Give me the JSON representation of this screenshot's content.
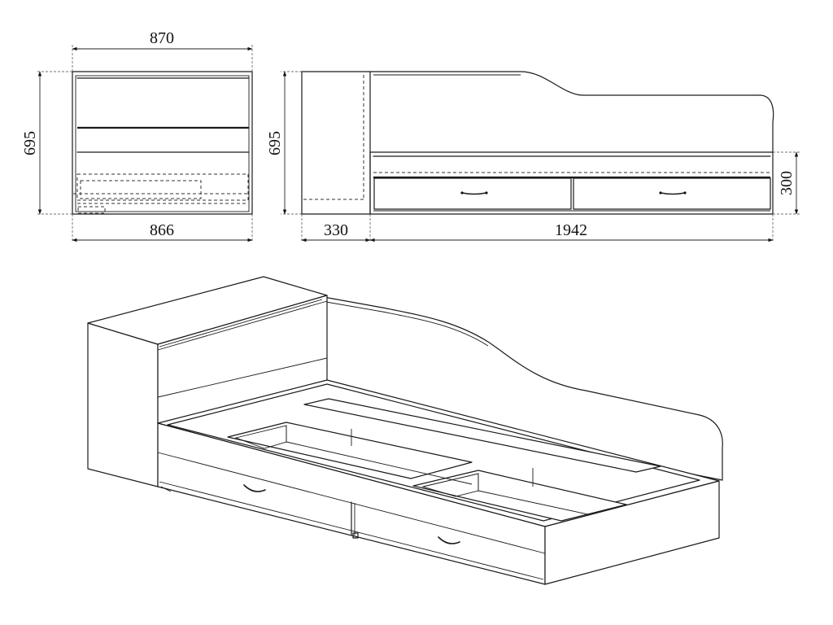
{
  "dimensions": {
    "front_top_width": "870",
    "front_bottom_width": "866",
    "front_height": "695",
    "side_height": "695",
    "cabinet_depth": "330",
    "bed_length": "1942",
    "drawer_height": "300"
  }
}
